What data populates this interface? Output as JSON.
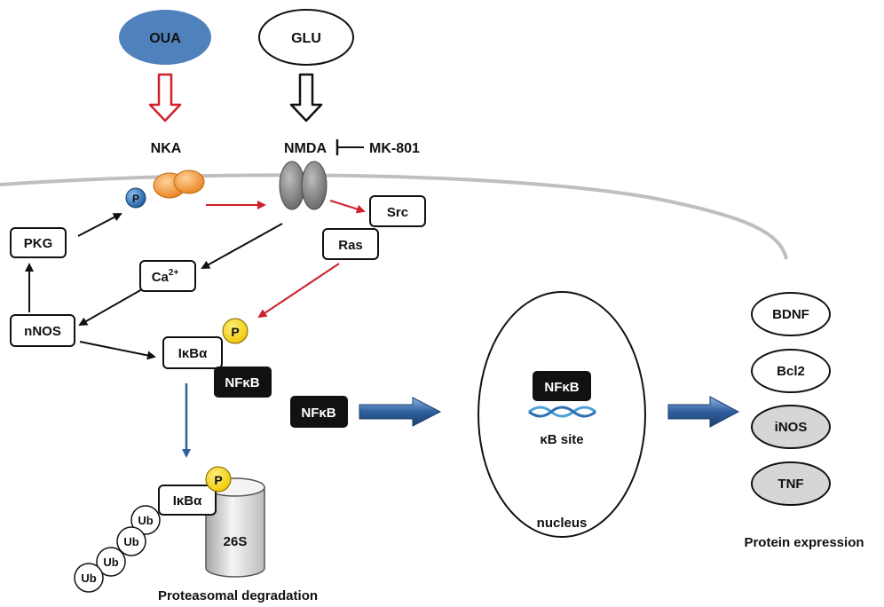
{
  "inputs": {
    "oua": "OUA",
    "glu": "GLU"
  },
  "receptors": {
    "nka": "NKA",
    "nmda": "NMDA",
    "mk801": "MK-801"
  },
  "molecules": {
    "phospho": "P",
    "src": "Src",
    "ras": "Ras",
    "pkg": "PKG",
    "ca_base": "Ca",
    "ca_sup": "2+",
    "nnos": "nNOS",
    "ikba": "IκBα",
    "nfkb": "NFκB",
    "ub": "Ub",
    "proteasome": "26S"
  },
  "nucleus": {
    "nfkb": "NFκB",
    "site": "κB site",
    "label": "nucleus"
  },
  "proteins": {
    "items": [
      "BDNF",
      "Bcl2",
      "iNOS",
      "TNF"
    ],
    "label": "Protein expression"
  },
  "captions": {
    "degradation": "Proteasomal degradation"
  },
  "colors": {
    "oua_fill": "#4f81bd",
    "red_arrow": "#d0202c",
    "blue_arrow": "#2f5f9e",
    "phospho_yellow": "#f5d000",
    "phospho_blue": "#2e6db4",
    "nka_orange": "#f0902a",
    "nmda_gray": "#7f7f7f",
    "membrane": "#bfbfbf",
    "protein_gray": "#d6d6d6"
  }
}
